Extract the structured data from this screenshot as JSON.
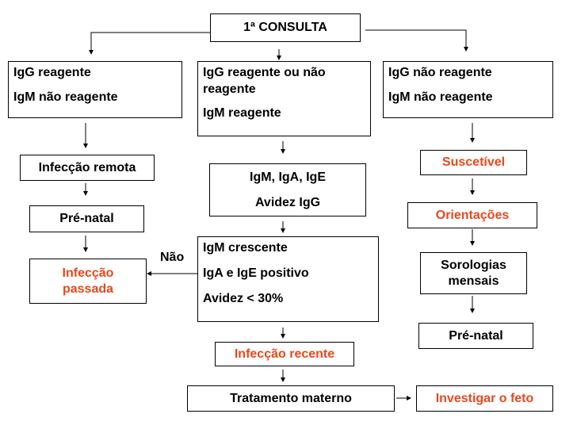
{
  "top": {
    "label": "1ª CONSULTA"
  },
  "left_branch": {
    "result": {
      "line1": "IgG reagente",
      "line2": "IgM não reagente"
    },
    "interpretation": "Infecção remota",
    "followup": "Pré-natal",
    "outcome": {
      "line1": "Infecção",
      "line2": "passada"
    }
  },
  "center_branch": {
    "result": {
      "line1": "IgG reagente ou não",
      "line2": "reagente",
      "line3": "IgM reagente"
    },
    "tests": {
      "line1": "IgM, IgA, IgE",
      "line2": "Avidez IgG"
    },
    "criteria": {
      "line1": "IgM crescente",
      "line2": "IgA e IgE positivo",
      "line3": "Avidez < 30%"
    },
    "no_label": "Não",
    "outcome": "Infecção recente",
    "treatment": "Tratamento materno",
    "fetus": "Investigar o feto"
  },
  "right_branch": {
    "result": {
      "line1": "IgG não reagente",
      "line2": "IgM não reagente"
    },
    "status": "Suscetível",
    "guidance": "Orientações",
    "serology": {
      "line1": "Sorologias",
      "line2": "mensais"
    },
    "followup": "Pré-natal"
  },
  "colors": {
    "highlight": "#e8481c",
    "border": "#000000"
  }
}
